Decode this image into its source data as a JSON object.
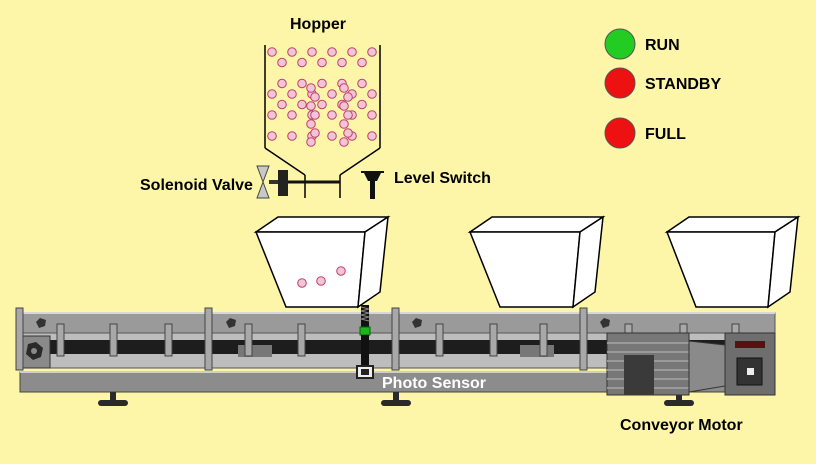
{
  "labels": {
    "hopper": "Hopper",
    "solenoid_valve": "Solenoid Valve",
    "level_switch": "Level Switch",
    "photo_sensor": "Photo Sensor",
    "conveyor_motor": "Conveyor Motor"
  },
  "indicators": [
    {
      "label": "RUN",
      "color": "#22cc22",
      "state": "on"
    },
    {
      "label": "STANDBY",
      "color": "#ee1111",
      "state": "on"
    },
    {
      "label": "FULL",
      "color": "#ee1111",
      "state": "on"
    }
  ],
  "colors": {
    "background": "#fdf6a8",
    "ball": "#f1c4d6",
    "rail": "#9a9a9a",
    "belt": "#222222"
  },
  "boxes": [
    {
      "balls": 3
    },
    {
      "balls": 0
    },
    {
      "balls": 0
    }
  ]
}
